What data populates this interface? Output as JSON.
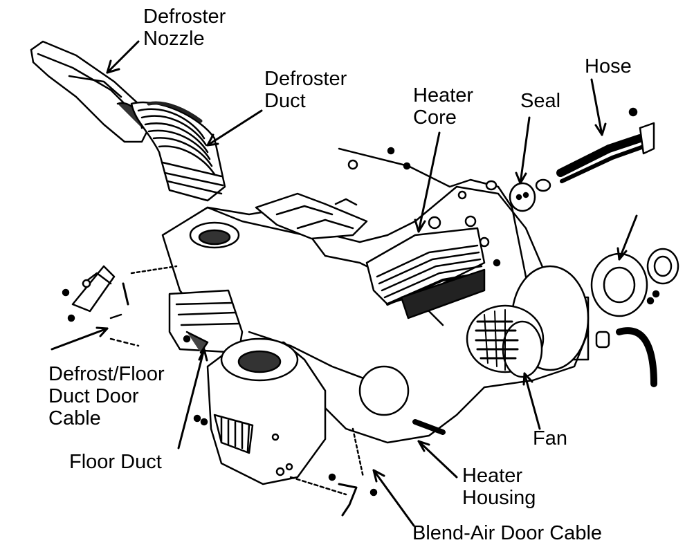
{
  "diagram": {
    "labels": {
      "defroster_nozzle": [
        "Defroster",
        "Nozzle"
      ],
      "defroster_duct": [
        "Defroster",
        "Duct"
      ],
      "heater_core": [
        "Heater",
        "Core"
      ],
      "seal": [
        "Seal"
      ],
      "hose": [
        "Hose"
      ],
      "defrost_floor_cable": [
        "Defrost/Floor",
        "Duct Door",
        "Cable"
      ],
      "floor_duct": [
        "Floor Duct"
      ],
      "fan": [
        "Fan"
      ],
      "heater_housing": [
        "Heater",
        "Housing"
      ],
      "blend_air_cable": [
        "Blend-Air Door Cable"
      ]
    },
    "colors": {
      "ink": "#000000",
      "paper": "#ffffff"
    }
  }
}
